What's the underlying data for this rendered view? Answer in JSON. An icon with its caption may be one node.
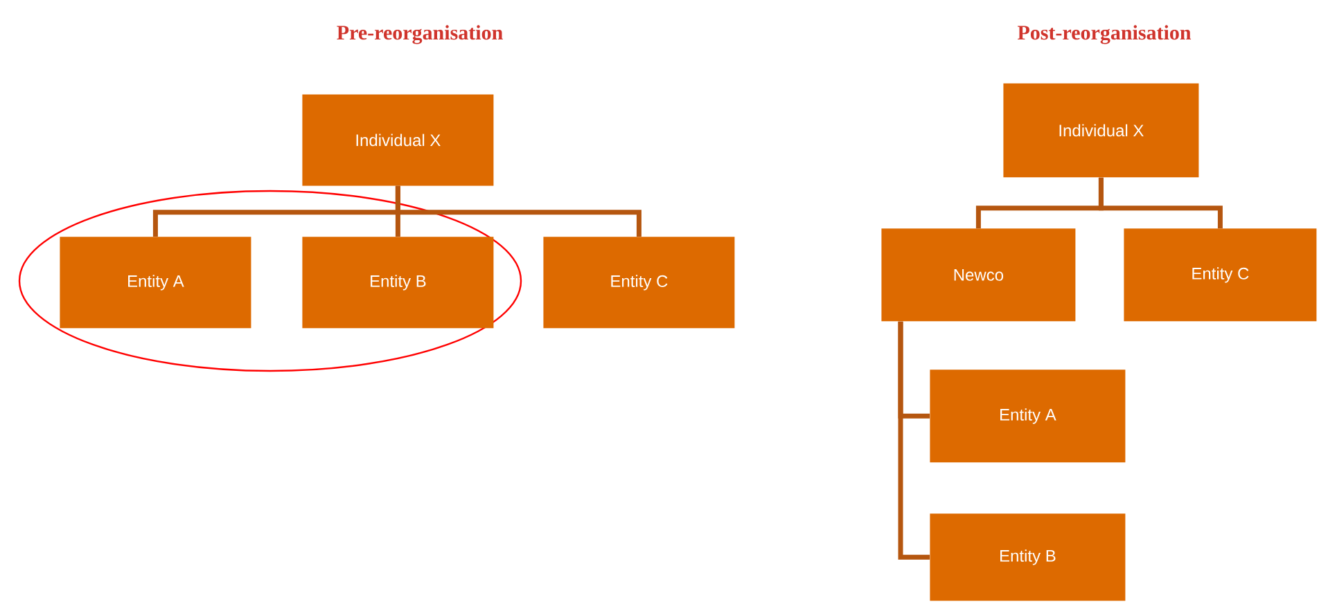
{
  "diagram": {
    "nodes": [
      {
        "text": [
          "Individual X"
        ]
      },
      {
        "text": [
          "Entity A"
        ]
      },
      {
        "text": [
          "Entity B"
        ]
      },
      {
        "text": [
          "Entity C"
        ]
      },
      {
        "text": [
          "Individual X"
        ]
      },
      {
        "text": [
          "Newco"
        ]
      },
      {
        "text": [
          "Entity C"
        ]
      },
      {
        "text": [
          "Entity A"
        ]
      },
      {
        "text": [
          "Entity B"
        ]
      }
    ],
    "edges": [
      {
        "from": 0,
        "to": 1,
        "arrow": "none"
      },
      {
        "from": 0,
        "to": 2,
        "arrow": "none"
      },
      {
        "from": 0,
        "to": 3,
        "arrow": "none"
      },
      {
        "from": 4,
        "to": 5,
        "arrow": "none"
      },
      {
        "from": 4,
        "to": 6,
        "arrow": "none"
      },
      {
        "from": 5,
        "to": 7,
        "arrow": "none"
      },
      {
        "from": 5,
        "to": 8,
        "arrow": "none"
      }
    ],
    "labels": [
      "Pre-reorganisation",
      "Post-reorganisation"
    ]
  }
}
